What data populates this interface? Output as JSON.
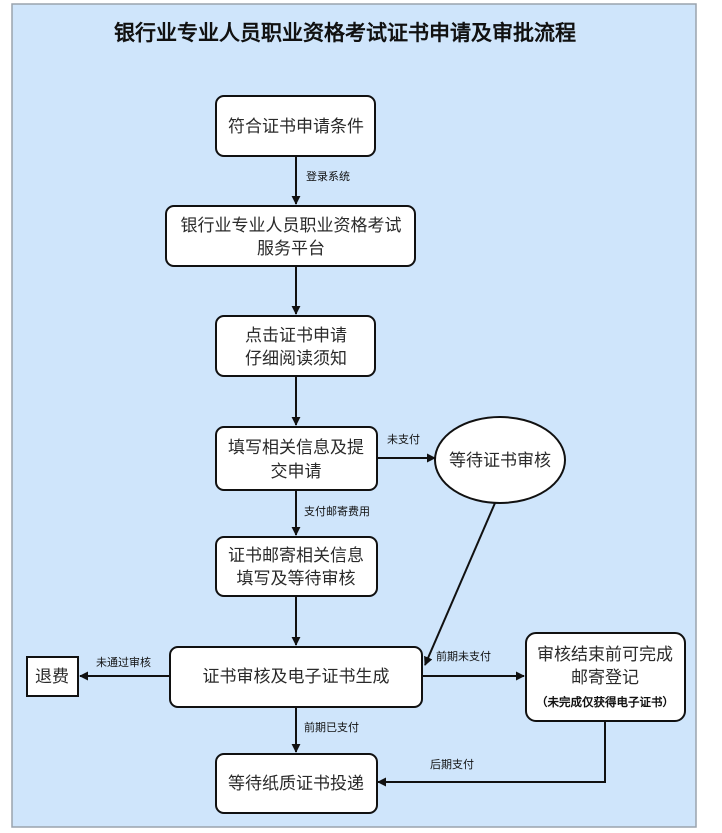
{
  "title": "银行业专业人员职业资格考试证书申请及审批流程",
  "colors": {
    "background": "#cfe5fb",
    "border": "#9aa3ad",
    "stroke": "#111111",
    "node_fill": "#ffffff"
  },
  "nodes": {
    "eligible": {
      "lines": [
        "符合证书申请条件"
      ]
    },
    "platform": {
      "lines": [
        "银行业专业人员职业资格考试",
        "服务平台"
      ]
    },
    "click_apply": {
      "lines": [
        "点击证书申请",
        "仔细阅读须知"
      ]
    },
    "fill_submit": {
      "lines": [
        "填写相关信息及提",
        "交申请"
      ]
    },
    "wait_review": {
      "lines": [
        "等待证书审核"
      ]
    },
    "mail_info": {
      "lines": [
        "证书邮寄相关信息",
        "填写及等待审核"
      ]
    },
    "review_generate": {
      "lines": [
        "证书审核及电子证书生成"
      ]
    },
    "refund": {
      "lines": [
        "退费"
      ]
    },
    "complete_mail": {
      "lines": [
        "审核结束前可完成",
        "邮寄登记"
      ],
      "note": "（未完成仅获得电子证书）"
    },
    "wait_delivery": {
      "lines": [
        "等待纸质证书投递"
      ]
    }
  },
  "edge_labels": {
    "login": "登录系统",
    "unpaid": "未支付",
    "pay_mail_fee": "支付邮寄费用",
    "failed_review": "未通过审核",
    "prior_unpaid": "前期未支付",
    "prior_paid": "前期已支付",
    "later_pay": "后期支付"
  }
}
